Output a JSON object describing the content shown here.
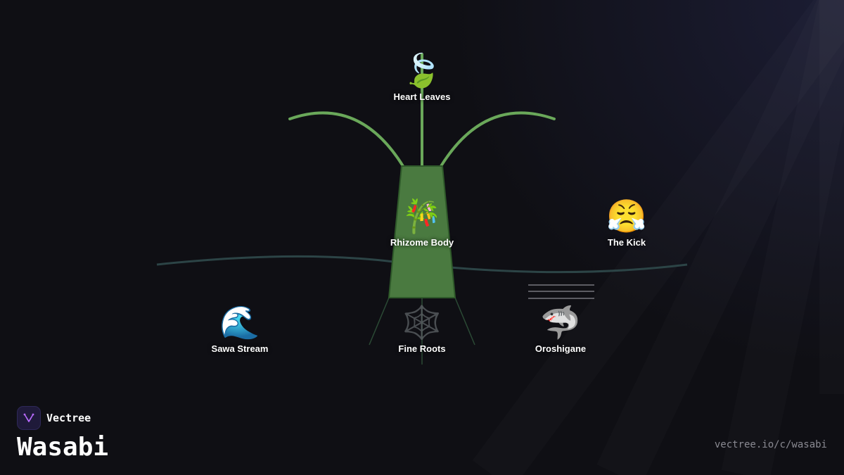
{
  "brand": {
    "name": "Vectree",
    "logo_icon": "vectree-logo-icon",
    "logo_color": "#b86bff"
  },
  "title": "Wasabi",
  "url": "vectree.io/c/wasabi",
  "colors": {
    "background": "#0f0f14",
    "stem": "#6aa85a",
    "body_fill": "#4a7a40",
    "body_stroke": "#2f5a2a",
    "ground_line": "#2c4446",
    "root_line": "#2b4a35",
    "label": "#ffffff"
  },
  "nodes": {
    "heart_leaves": {
      "label": "Heart Leaves",
      "icon": "leaf-fluttering-in-wind-icon",
      "emoji": "🍃"
    },
    "rhizome_body": {
      "label": "Rhizome Body",
      "icon": "tanabata-tree-icon",
      "emoji": "🎋"
    },
    "the_kick": {
      "label": "The Kick",
      "icon": "face-with-steam-from-nose-icon",
      "emoji": "😤"
    },
    "sawa_stream": {
      "label": "Sawa Stream",
      "icon": "water-wave-icon",
      "emoji": "🌊"
    },
    "fine_roots": {
      "label": "Fine Roots",
      "icon": "spider-web-icon",
      "emoji": "🕸️"
    },
    "oroshigane": {
      "label": "Oroshigane",
      "icon": "shark-icon",
      "emoji": "🦈"
    }
  }
}
